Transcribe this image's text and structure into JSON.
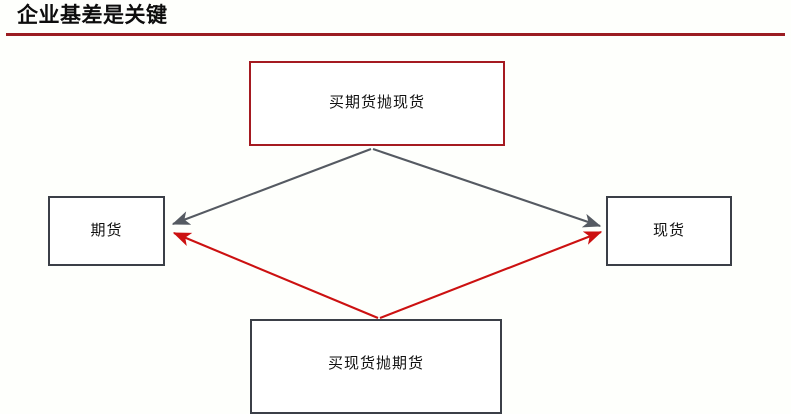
{
  "slide": {
    "title": "企业基差是关键",
    "title_color": "#0d0d0d",
    "rule_color": "#9b1d22",
    "background_color": "#fefffc"
  },
  "diagram": {
    "type": "flow-diamond",
    "nodes": [
      {
        "id": "buy-futures-sell-spot",
        "label": "买期货抛现货",
        "position": "top",
        "border_color": "#a51a21",
        "fill_color": "#ffffff"
      },
      {
        "id": "futures",
        "label": "期货",
        "position": "left",
        "border_color": "#3b3f47",
        "fill_color": "#ffffff"
      },
      {
        "id": "spot",
        "label": "现货",
        "position": "right",
        "border_color": "#3b3f47",
        "fill_color": "#ffffff"
      },
      {
        "id": "buy-spot-sell-futures",
        "label": "买现货抛期货",
        "position": "bottom",
        "border_color": "#3b3f47",
        "fill_color": "#ffffff"
      }
    ],
    "connectors": [
      {
        "id": "top-to-futures",
        "from": "buy-futures-sell-spot",
        "to": "futures",
        "color": "#555a62",
        "arrowhead": "end"
      },
      {
        "id": "top-to-spot",
        "from": "buy-futures-sell-spot",
        "to": "spot",
        "color": "#555a62",
        "arrowhead": "end"
      },
      {
        "id": "bottom-to-futures",
        "from": "buy-spot-sell-futures",
        "to": "futures",
        "color": "#cc1111",
        "arrowhead": "end"
      },
      {
        "id": "bottom-to-spot",
        "from": "buy-spot-sell-futures",
        "to": "spot",
        "color": "#cc1111",
        "arrowhead": "end"
      }
    ]
  }
}
